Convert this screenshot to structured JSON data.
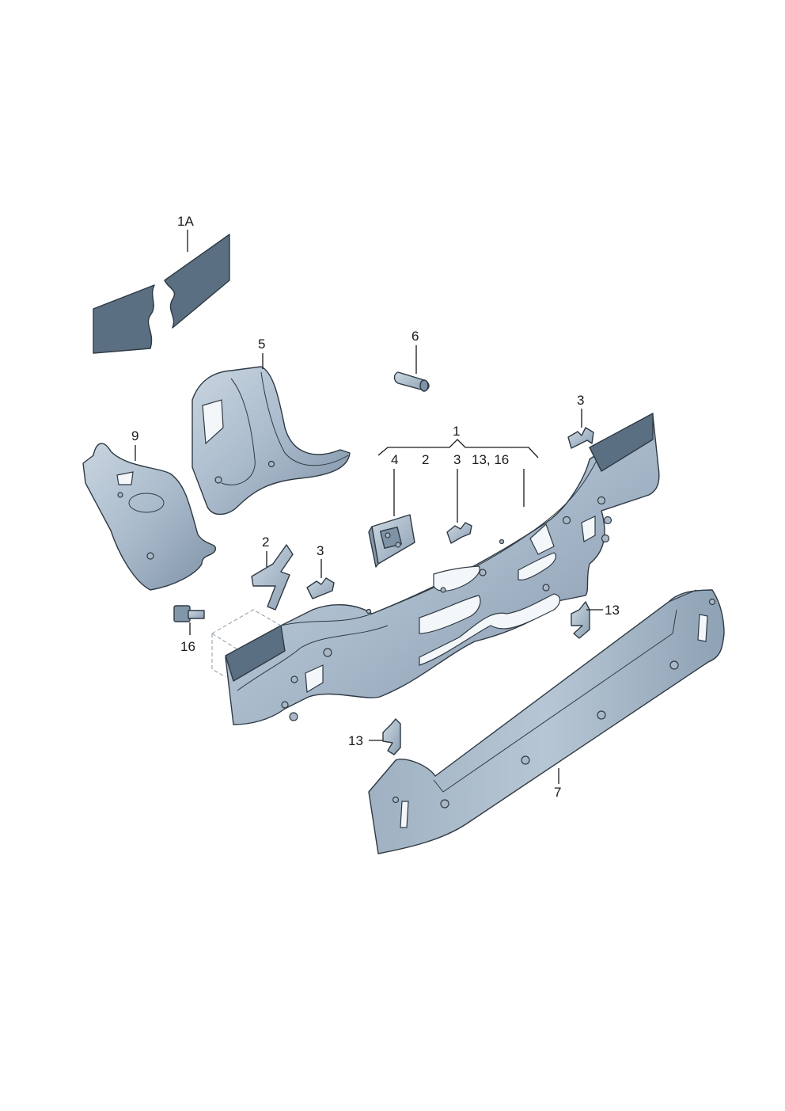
{
  "diagram": {
    "colors": {
      "part_fill_light": "#b9c7d4",
      "part_fill_mid": "#98abbd",
      "part_fill_dark": "#6f8499",
      "insulation_strip": "#5b6f82",
      "outline": "#2f3a44"
    },
    "labels": {
      "l_1A": "1A",
      "l_5": "5",
      "l_6": "6",
      "l_1": "1",
      "l_3_top": "3",
      "l_9": "9",
      "l_4_group": "4",
      "l_2_group": "2",
      "l_3_group": "3",
      "l_13_16_group": "13, 16",
      "l_2": "2",
      "l_3_mid": "3",
      "l_13_right": "13",
      "l_16": "16",
      "l_13_bottom": "13",
      "l_7": "7"
    }
  }
}
